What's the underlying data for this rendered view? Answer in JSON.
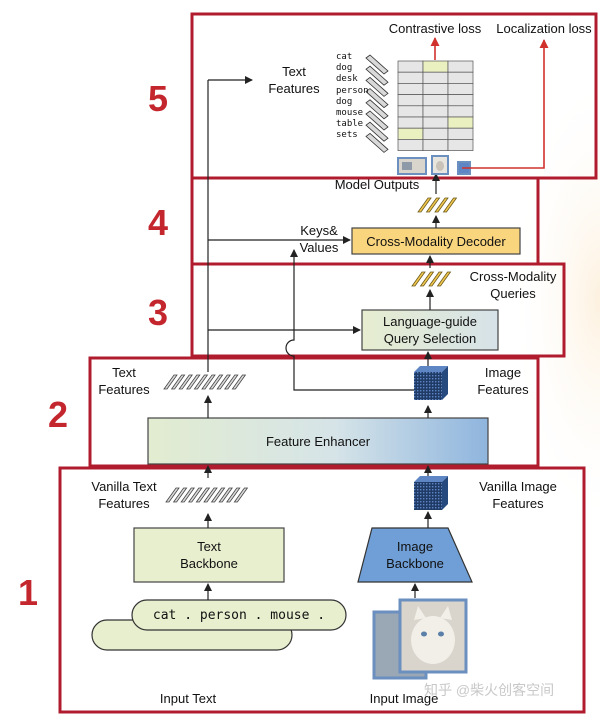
{
  "stage_numbers": [
    "1",
    "2",
    "3",
    "4",
    "5"
  ],
  "stage1": {
    "input_text_label": "Input Text",
    "input_image_label": "Input Image",
    "input_text_value": "cat . person . mouse .",
    "text_backbone": "Text\nBackbone",
    "image_backbone": "Image\nBackbone",
    "vanilla_text_features": "Vanilla Text\nFeatures",
    "vanilla_image_features": "Vanilla Image\nFeatures"
  },
  "stage2": {
    "feature_enhancer": "Feature Enhancer",
    "text_features": "Text\nFeatures",
    "image_features": "Image\nFeatures"
  },
  "stage3": {
    "query_selection": "Language-guide\nQuery Selection",
    "cross_modality_queries": "Cross-Modality\nQueries"
  },
  "stage4": {
    "decoder": "Cross-Modality Decoder",
    "keys_values": "Keys&\nValues",
    "model_outputs": "Model Outputs"
  },
  "stage5": {
    "text_features": "Text\nFeatures",
    "contrastive_loss": "Contrastive loss",
    "localization_loss": "Localization loss",
    "words": [
      "cat",
      "dog",
      "desk",
      "person",
      "dog",
      "mouse",
      "table",
      "sets"
    ]
  },
  "watermark": "知乎 @柴火创客空间",
  "colors": {
    "stage_border": "#b01c2e",
    "stage_number": "#c4262e",
    "text_backbone_fill": "#e8efcf",
    "image_backbone_fill": "#6f9fd6",
    "decoder_fill": "#f9d57e",
    "query_selection_fill": "#e4ecd0",
    "loss_arrow": "#d0312d",
    "feature_grid": "#1f3b66"
  }
}
